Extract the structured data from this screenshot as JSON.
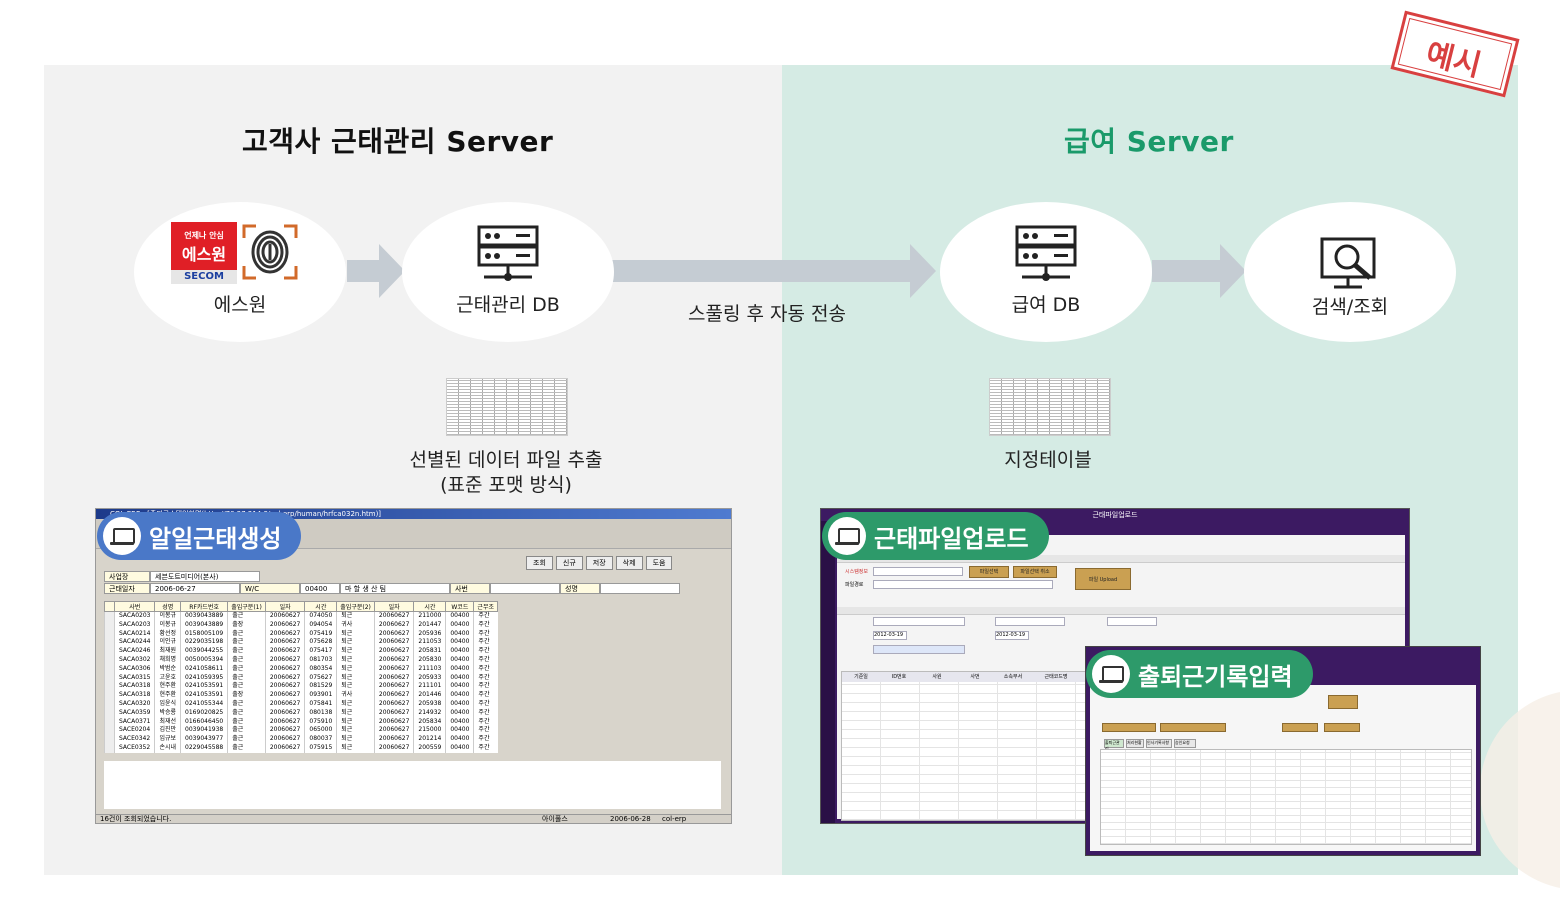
{
  "stamp": "예시",
  "left": {
    "title": "고객사 근태관리 Server",
    "nodes": [
      {
        "label": "에스원",
        "logo_lines": [
          "언제나 안심",
          "에스원",
          "SECOM"
        ]
      },
      {
        "label": "근태관리 DB"
      }
    ],
    "caption_lines": [
      "선별된 데이터 파일 추출",
      "(표준 포맷 방식)"
    ],
    "badge": "알일근태생성"
  },
  "right": {
    "title": "급여 Server",
    "nodes": [
      {
        "label": "급여 DB"
      },
      {
        "label": "검색/조회"
      }
    ],
    "caption": "지정테이블",
    "badge_upload": "근태파일업로드",
    "badge_record": "출퇴근기록입력"
  },
  "transfer_label": "스풀링 후 자동 전송",
  "colors": {
    "accent_green": "#1a9a6a",
    "stamp_red": "#d84040",
    "badge_blue": "#4a78c8",
    "badge_green": "#2d9a6a"
  },
  "shot1": {
    "title": "COL-ERP - [출퇴근스템일화면(http://70.27.214.3/col-erp/human/hrfca032n.htm)]",
    "buttons": [
      "조회",
      "신규",
      "저장",
      "삭제",
      "도움"
    ],
    "form": [
      [
        "사업장",
        "세븐도트미디어(본사)"
      ],
      [
        "근태일자",
        "2006-06-27",
        "W/C",
        "00400",
        "마 할 생 산 팀",
        "사번",
        "성명"
      ]
    ],
    "columns": [
      "사번",
      "성명",
      "RF카드번호",
      "출입구분(1)",
      "일자",
      "시간",
      "출입구분(2)",
      "일자",
      "시간",
      "W코드",
      "근무조"
    ],
    "rows": [
      [
        "SACA0203",
        "이봉규",
        "0039043889",
        "출근",
        "20060627",
        "074050",
        "퇴근",
        "20060627",
        "211000",
        "00400",
        "주간"
      ],
      [
        "SACA0203",
        "이봉규",
        "0039043889",
        "출장",
        "20060627",
        "094054",
        "귀사",
        "20060627",
        "201447",
        "00400",
        "주간"
      ],
      [
        "SACA0214",
        "황선정",
        "0158005109",
        "출근",
        "20060627",
        "075419",
        "퇴근",
        "20060627",
        "205936",
        "00400",
        "주간"
      ],
      [
        "SACA0244",
        "이인규",
        "0229035198",
        "출근",
        "20060627",
        "075628",
        "퇴근",
        "20060627",
        "211053",
        "00400",
        "주간"
      ],
      [
        "SACA0246",
        "최재원",
        "0039044255",
        "출근",
        "20060627",
        "075417",
        "퇴근",
        "20060627",
        "205831",
        "00400",
        "주간"
      ],
      [
        "SACA0302",
        "채희명",
        "0050005394",
        "출근",
        "20060627",
        "081703",
        "퇴근",
        "20060627",
        "205830",
        "00400",
        "주간"
      ],
      [
        "SACA0306",
        "박범순",
        "0241058611",
        "출근",
        "20060627",
        "080354",
        "퇴근",
        "20060627",
        "211103",
        "00400",
        "주간"
      ],
      [
        "SACA0315",
        "고윤호",
        "0241059395",
        "출근",
        "20060627",
        "075627",
        "퇴근",
        "20060627",
        "205933",
        "00400",
        "주간"
      ],
      [
        "SACA0318",
        "현주환",
        "0241053591",
        "출근",
        "20060627",
        "081529",
        "퇴근",
        "20060627",
        "211101",
        "00400",
        "주간"
      ],
      [
        "SACA0318",
        "현주환",
        "0241053591",
        "출장",
        "20060627",
        "093901",
        "귀사",
        "20060627",
        "201446",
        "00400",
        "주간"
      ],
      [
        "SACA0320",
        "임윤식",
        "0241055344",
        "출근",
        "20060627",
        "075841",
        "퇴근",
        "20060627",
        "205938",
        "00400",
        "주간"
      ],
      [
        "SACA0359",
        "박승룡",
        "0169020825",
        "출근",
        "20060627",
        "080138",
        "퇴근",
        "20060627",
        "214932",
        "00400",
        "주간"
      ],
      [
        "SACA0371",
        "최재선",
        "0166046450",
        "출근",
        "20060627",
        "075910",
        "퇴근",
        "20060627",
        "205834",
        "00400",
        "주간"
      ],
      [
        "SACE0204",
        "김진만",
        "0039041938",
        "출근",
        "20060627",
        "065000",
        "퇴근",
        "20060627",
        "215000",
        "00400",
        "주간"
      ],
      [
        "SACE0342",
        "임규보",
        "0039043977",
        "출근",
        "20060627",
        "080037",
        "퇴근",
        "20060627",
        "201214",
        "00400",
        "주간"
      ],
      [
        "SACE0352",
        "손시내",
        "0229045588",
        "출근",
        "20060627",
        "075915",
        "퇴근",
        "20060627",
        "200559",
        "00400",
        "주간"
      ]
    ],
    "status": "16건이 조회되었습니다.",
    "status_user": "아이풀스",
    "status_date": "2006-06-28",
    "status_app": "col-erp"
  },
  "shot2": {
    "title": "근태파일업로드",
    "fields": [
      "시스템정보",
      "파일경로"
    ],
    "buttons": [
      "파일선택",
      "파일선택 취소",
      "파일 Upload"
    ],
    "date1": "2012-03-19",
    "date2": "2012-03-19",
    "columns": [
      "기준일",
      "ID번호",
      "사원",
      "사번",
      "소속부서",
      "근태코드명"
    ]
  },
  "shot3": {
    "tabs": [
      "출퇴근관리",
      "처리현황",
      "인사기록사항",
      "승인요청"
    ]
  }
}
